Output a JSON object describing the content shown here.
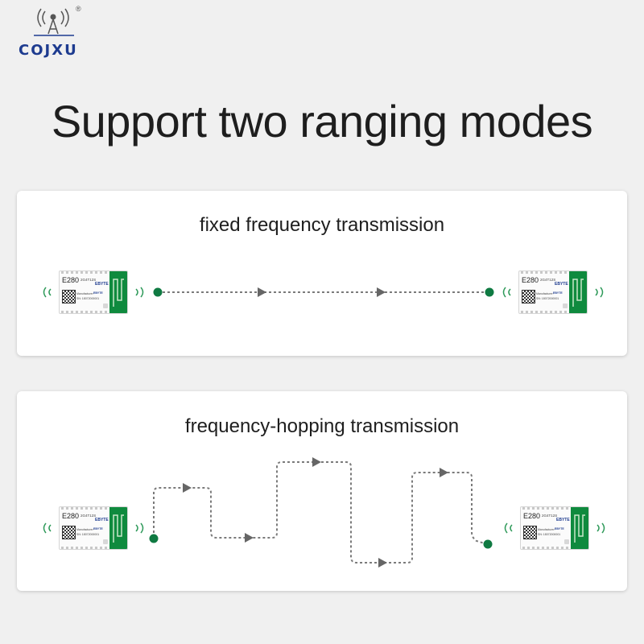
{
  "brand": {
    "name": "COJXU",
    "registered_mark": "®"
  },
  "headline": "Support two ranging modes",
  "modes": [
    {
      "title": "fixed frequency transmission"
    },
    {
      "title": "frequency-hopping transmission"
    }
  ],
  "module": {
    "model": "E280",
    "sub_label": "2G4T12S",
    "brand_label": "EBYTE",
    "manufacturer_label": "Manufacturer:",
    "brand_label_small": "EBYTE",
    "sn_label": "SN: 18072000001"
  },
  "colors": {
    "accent_green": "#0f7a42",
    "dash_gray": "#7a7a7a",
    "brand_blue": "#1d3b8f"
  }
}
